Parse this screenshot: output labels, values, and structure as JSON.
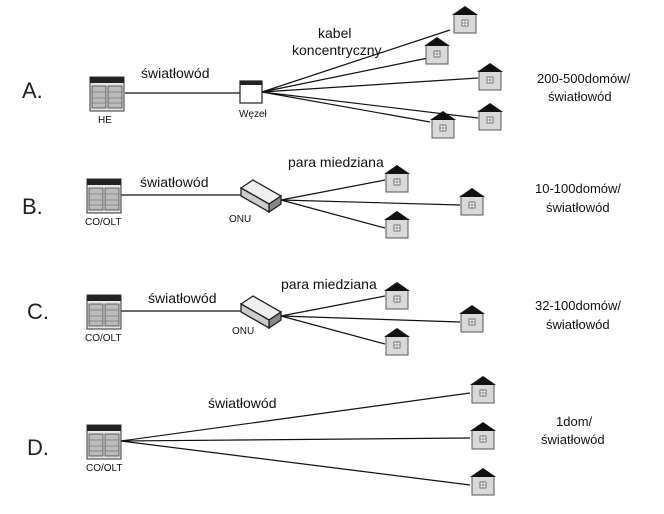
{
  "rows": [
    {
      "letter": "A.",
      "source_label": "HE",
      "link_label": "światłowód",
      "node_label": "Węzeł",
      "drop_label_line1": "kabel",
      "drop_label_line2": "koncentryczny",
      "info_line1": "200-500domów/",
      "info_line2": "światłowód"
    },
    {
      "letter": "B.",
      "source_label": "CO/OLT",
      "link_label": "światłowód",
      "node_label": "ONU",
      "drop_label": "para miedziana",
      "info_line1": "10-100domów/",
      "info_line2": "światłowód"
    },
    {
      "letter": "C.",
      "source_label": "CO/OLT",
      "link_label": "światłowód",
      "node_label": "ONU",
      "drop_label": "para miedziana",
      "info_line1": "32-100domów/",
      "info_line2": "światłowód"
    },
    {
      "letter": "D.",
      "source_label": "CO/OLT",
      "link_label": "światłowód",
      "info_line1": "1dom/",
      "info_line2": "światłowód"
    }
  ]
}
